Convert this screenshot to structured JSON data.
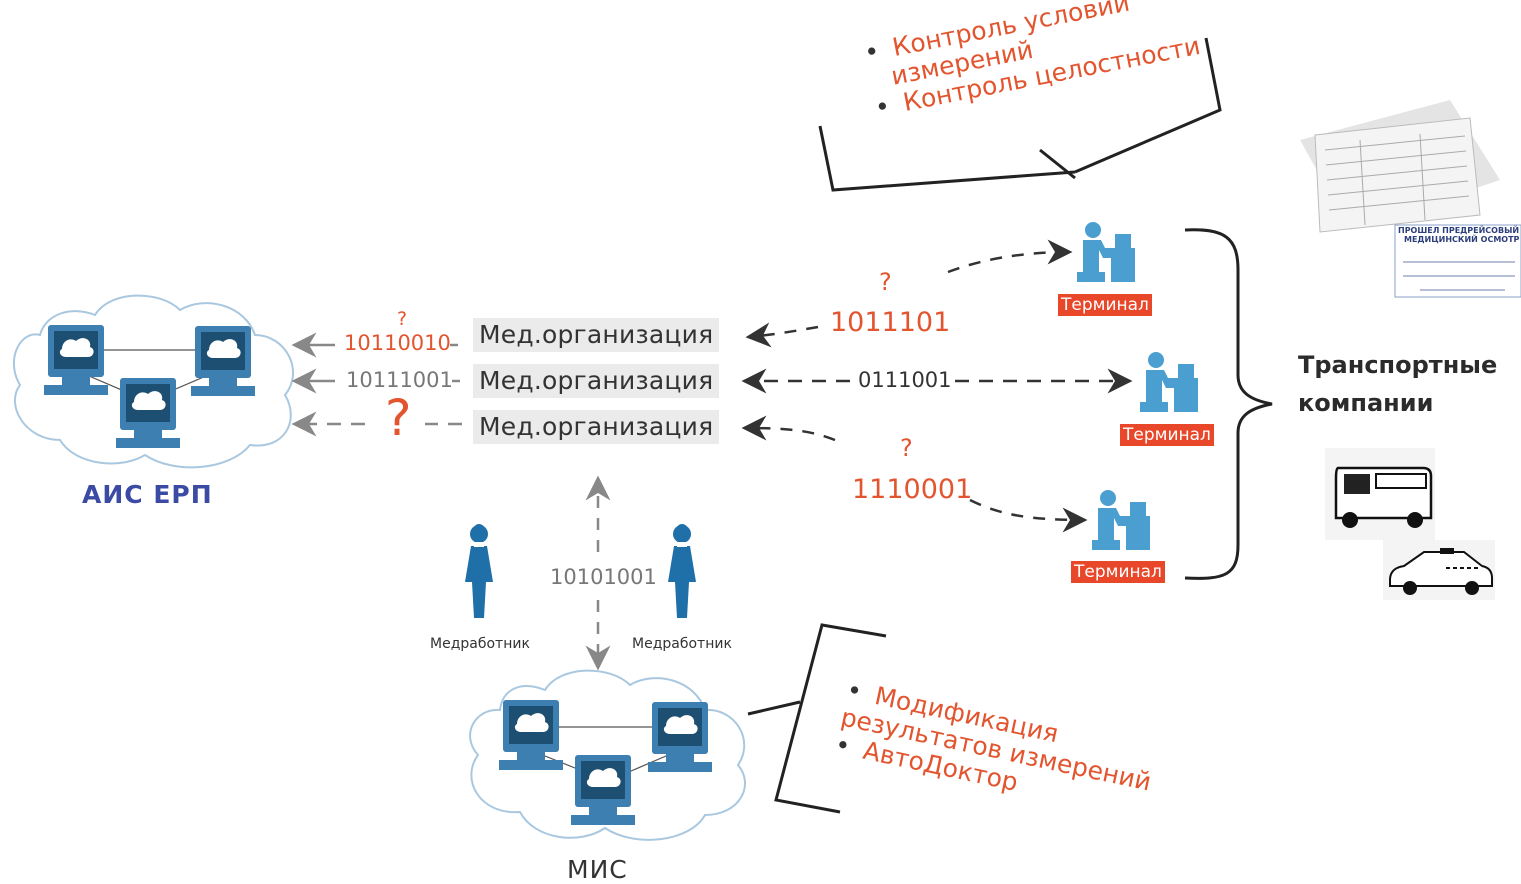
{
  "clouds": {
    "ais_erp_label": "АИС  ЕРП",
    "mis_label": "МИС"
  },
  "med_orgs": [
    {
      "label": "Мед.организация",
      "bits": "10110010",
      "bits_question": "?"
    },
    {
      "label": "Мед.организация",
      "bits": "10111001"
    },
    {
      "label": "Мед.организация",
      "question": "?"
    }
  ],
  "terminal_links": [
    {
      "bits": "1011101",
      "question": "?",
      "terminal_label": "Терминал"
    },
    {
      "bits": "0111001",
      "terminal_label": "Терминал"
    },
    {
      "bits": "1110001",
      "question": "?",
      "terminal_label": "Терминал"
    }
  ],
  "mis_link": {
    "bits": "10101001"
  },
  "workers": [
    {
      "label": "Медработник"
    },
    {
      "label": "Медработник"
    }
  ],
  "transport": {
    "line1": "Транспортные",
    "line2": "компании"
  },
  "notes_top": {
    "items": [
      "Контроль условий измерений",
      "Контроль целостности"
    ],
    "item1_line1": "Контроль условий",
    "item1_line2": "измерений",
    "item2": "Контроль целостности"
  },
  "notes_bottom": {
    "item1_line1": "Модификация",
    "item1_line2": "результатов измерений",
    "item2": "АвтоДоктор"
  },
  "certificate": {
    "title1": "ПРОШЕЛ ПРЕДРЕЙСОВЫЙ",
    "title2": "МЕДИЦИНСКИЙ ОСМОТР"
  },
  "colors": {
    "accent_red": "#e2552f",
    "terminal_red": "#e8472a",
    "computer_blue": "#3d7fb0",
    "cloud_title_blue": "#3b4aa3",
    "worker_blue": "#1f6fa8",
    "org_bg": "#ebebeb"
  }
}
